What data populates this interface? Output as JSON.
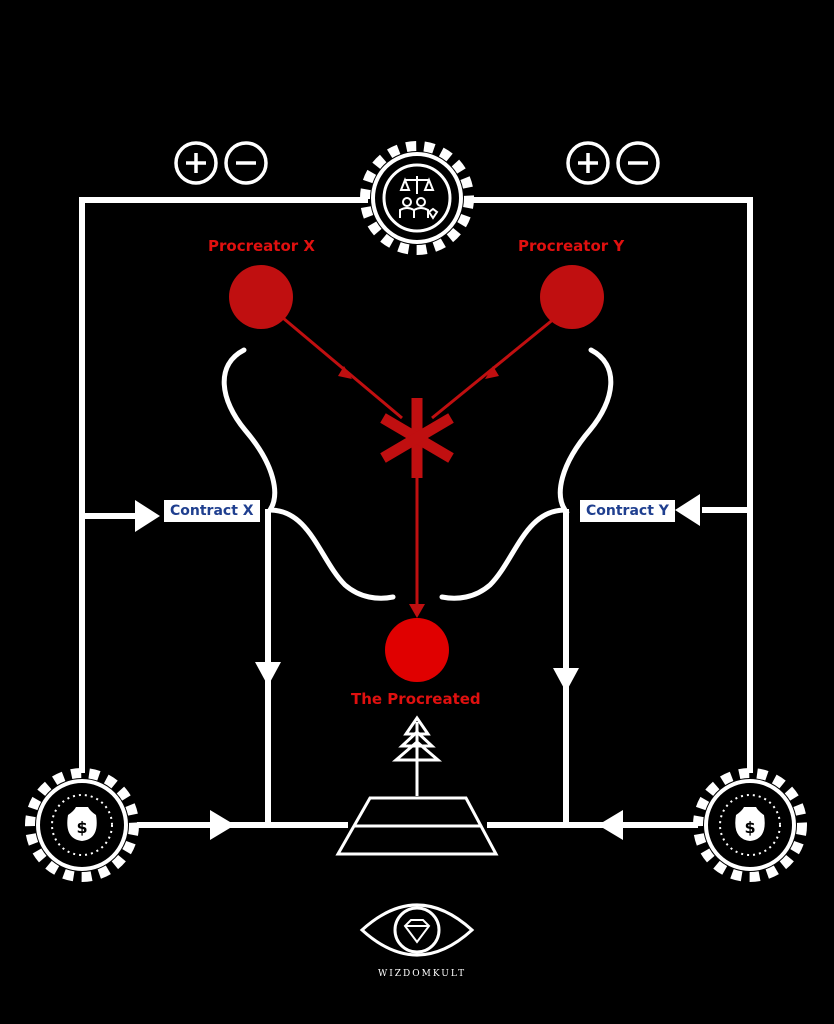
{
  "labels": {
    "procreator_x": "Procreator X",
    "procreator_y": "Procreator Y",
    "procreated": "The Procreated",
    "contract_x": "Contract X",
    "contract_y": "Contract Y",
    "brand": "WIZDOMKULT",
    "money_symbol": "$"
  },
  "colors": {
    "background": "#000000",
    "line": "#ffffff",
    "procreator": "#c00f10",
    "procreated": "#e00000",
    "contract_text": "#1f3f8f"
  },
  "icons": {
    "top_gear": "justice-family-gear-icon",
    "left_gear": "money-bag-gear-icon",
    "right_gear": "money-bag-gear-icon",
    "plus": "plus-icon",
    "minus": "minus-icon",
    "center_symbol": "asterisk-icon",
    "pyramid": "pyramid-icon",
    "tree": "tree-arrow-icon",
    "brand_logo": "eye-diamond-icon"
  }
}
